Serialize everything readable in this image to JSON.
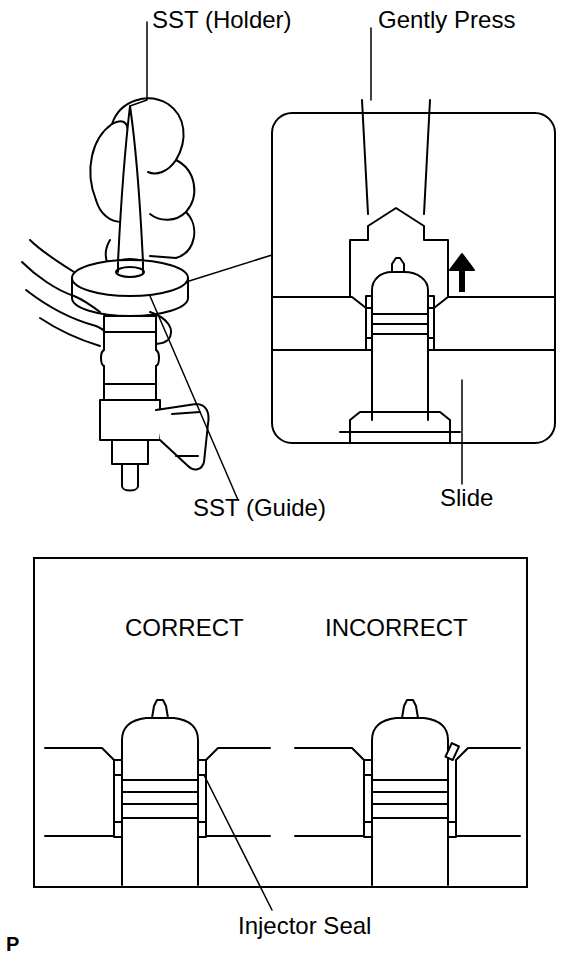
{
  "diagram": {
    "nodes": [
      {
        "text": [
          "CORRECT",
          "INCORRECT"
        ]
      }
    ],
    "labels": [
      "SST (Holder)",
      "Gently Press",
      "SST (Guide)",
      "Slide",
      "Injector Seal",
      "P"
    ]
  }
}
